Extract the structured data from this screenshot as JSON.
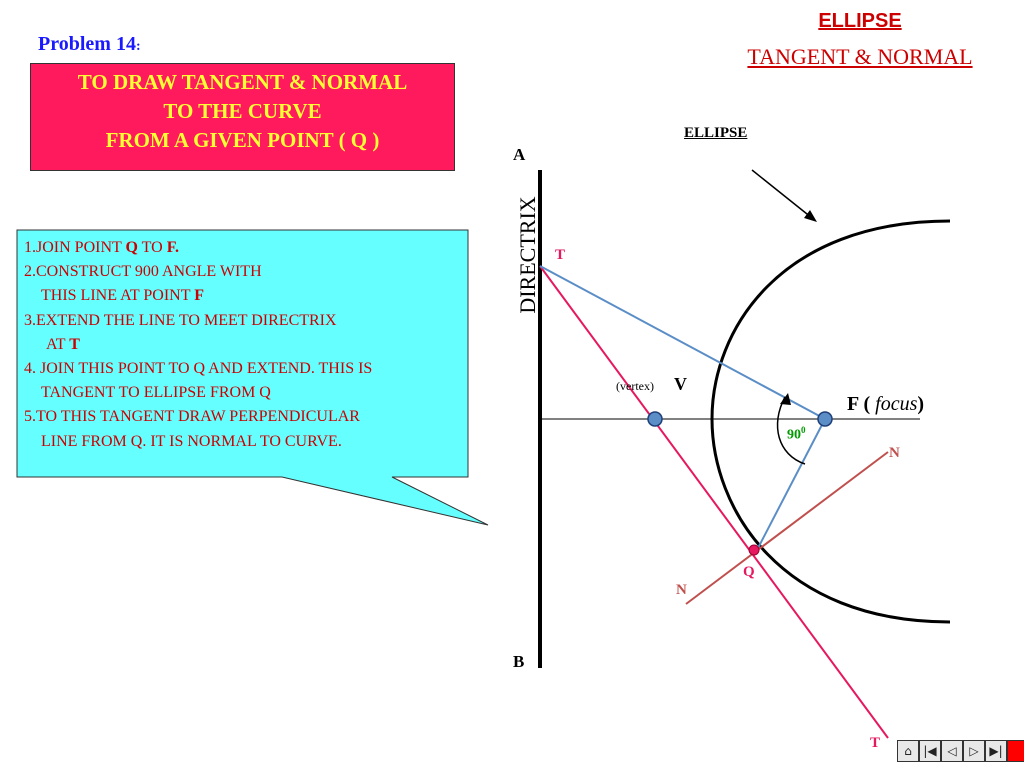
{
  "header": {
    "problem": "Problem 14",
    "colon": ":",
    "title": "ELLIPSE",
    "subtitle": "TANGENT & NORMAL"
  },
  "task": {
    "lines": [
      "TO DRAW TANGENT & NORMAL",
      "TO THE CURVE",
      "FROM A GIVEN POINT ( Q )"
    ]
  },
  "steps": {
    "s1_a": "1.JOIN POINT ",
    "s1_b": "Q",
    "s1_c": " TO ",
    "s1_d": "F.",
    "s2": "2.CONSTRUCT 900 ANGLE WITH",
    "s2b_a": "THIS LINE AT POINT ",
    "s2b_b": "F",
    "s3": "3.EXTEND THE LINE TO MEET DIRECTRIX",
    "s3b_a": "AT ",
    "s3b_b": "T",
    "s4": "4. JOIN THIS POINT TO Q AND EXTEND. THIS IS",
    "s4b": "TANGENT TO ELLIPSE FROM Q",
    "s5": "5.TO THIS TANGENT DRAW PERPENDICULAR",
    "s5b": "LINE FROM Q. IT IS NORMAL TO CURVE."
  },
  "diagram": {
    "ellipse_label": "ELLIPSE",
    "directrix": "DIRECTRIX",
    "A": "A",
    "B": "B",
    "T_top": "T",
    "T_bottom": "T",
    "vertex_note": "(vertex)",
    "V": "V",
    "F_open": "F ( ",
    "focus": "focus",
    "F_close": ")",
    "angle": "90",
    "angle_sup": "0",
    "N_right": "N",
    "N_left": "N",
    "Q": "Q"
  },
  "colors": {
    "header_red": "#cc0000",
    "box_pink": "#ff1a5e",
    "box_text": "#ffff33",
    "callout": "#66ffff",
    "tangent": "#e6185f",
    "construction": "#5b8ec7",
    "normal": "#c0504d",
    "angle_green": "#009900"
  },
  "nav": [
    "home-icon",
    "first-icon",
    "prev-icon",
    "next-icon",
    "last-icon",
    "end-icon"
  ]
}
